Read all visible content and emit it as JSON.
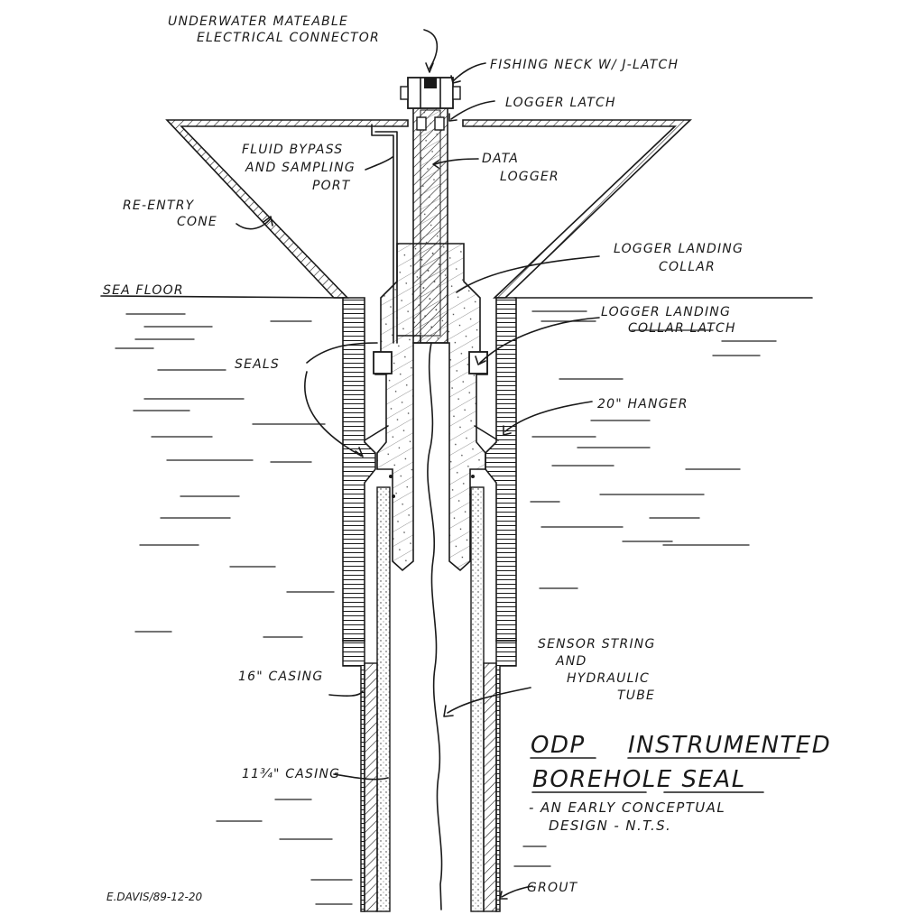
{
  "labels": {
    "connector": [
      "UNDERWATER MATEABLE",
      "ELECTRICAL CONNECTOR"
    ],
    "fishing_neck": "FISHING NECK W/ J-LATCH",
    "logger_latch": "LOGGER LATCH",
    "fluid_bypass": [
      "FLUID BYPASS",
      "AND SAMPLING",
      "PORT"
    ],
    "data_logger": [
      "DATA",
      "LOGGER"
    ],
    "reentry_cone": [
      "RE-ENTRY",
      "CONE"
    ],
    "logger_landing_collar": [
      "LOGGER LANDING",
      "COLLAR"
    ],
    "sea_floor": "SEA FLOOR",
    "logger_landing_collar_latch": [
      "LOGGER LANDING",
      "COLLAR LATCH"
    ],
    "seals": "SEALS",
    "hanger": "20\" HANGER",
    "sensor_string": [
      "SENSOR STRING",
      "AND",
      "HYDRAULIC",
      "TUBE"
    ],
    "casing_16": "16\" CASING",
    "casing_11": "11¾\" CASING",
    "grout": "GROUT"
  },
  "title": {
    "line1_a": "ODP",
    "line1_b": "INSTRUMENTED",
    "line2": "BOREHOLE SEAL",
    "sub1": "- AN EARLY CONCEPTUAL",
    "sub2": "DESIGN - N.T.S."
  },
  "signature": "E.DAVIS/89-12-20"
}
